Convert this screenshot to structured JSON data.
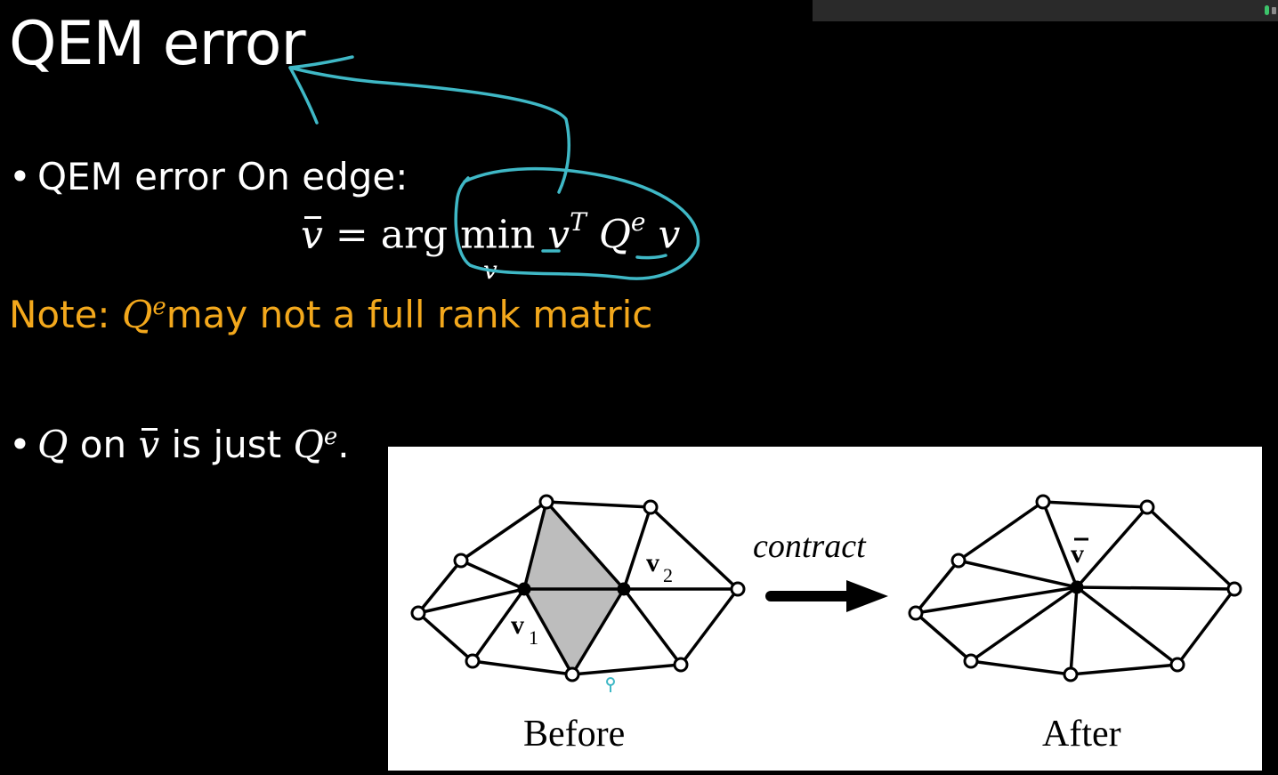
{
  "slide": {
    "title": "QEM error",
    "bullet1": {
      "text": "QEM error On edge:",
      "formula": {
        "lhs": "v",
        "equals": "=",
        "op": "arg min",
        "subscript": "v",
        "term_v": "v",
        "term_T": "T",
        "term_Q": "Q",
        "term_e": "e",
        "term_v2": "v"
      }
    },
    "note": {
      "prefix": "Note: ",
      "Q": "Q",
      "e": "e",
      "rest": "may not a full rank matric"
    },
    "bullet2": {
      "Q": "Q",
      "on": " on ",
      "vbar": "v",
      "is_just": " is just ",
      "Q2": "Q",
      "e": "e",
      "end": "."
    }
  },
  "figure": {
    "before_label": "Before",
    "after_label": "After",
    "arrow_label": "contract",
    "v1_label": "v",
    "v1_sub": "1",
    "v2_label": "v",
    "v2_sub": "2",
    "vbar_label": "v"
  },
  "colors": {
    "background": "#000000",
    "text": "#ffffff",
    "note": "#f3a81c",
    "annotation_ink": "#3fb8c6",
    "shaded_triangle": "#bdbdbd"
  }
}
